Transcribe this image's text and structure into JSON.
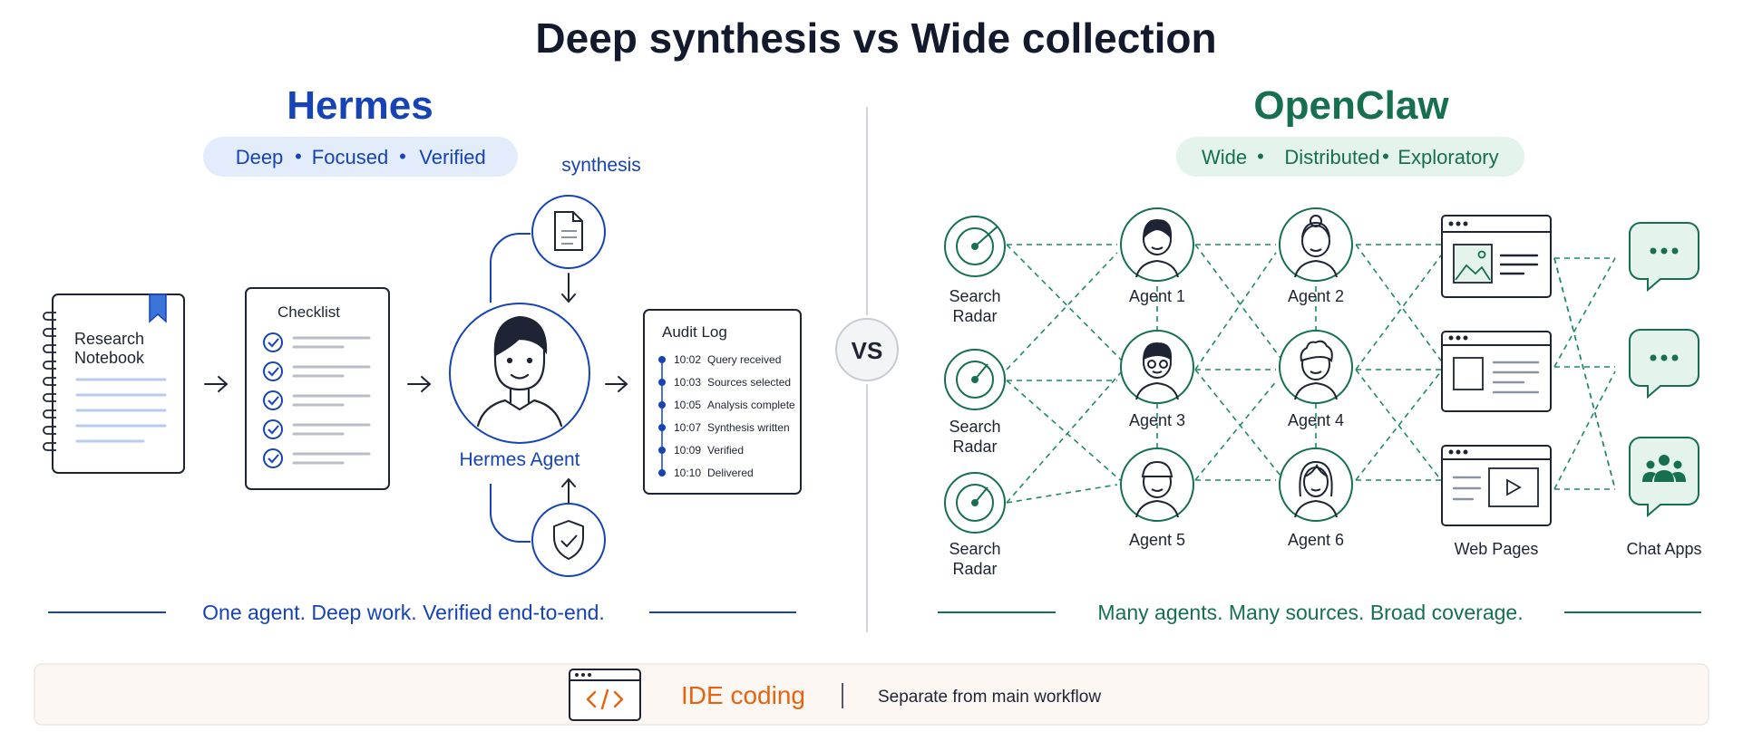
{
  "title": "Deep synthesis vs Wide collection",
  "hermes": {
    "heading": "Hermes",
    "tagline": [
      "Deep",
      "Focused",
      "Verified"
    ],
    "notebook_label": [
      "Research",
      "Notebook"
    ],
    "checklist_title": "Checklist",
    "agent_label": "Hermes Agent",
    "synthesis_label": "synthesis",
    "audit_title": "Audit Log",
    "audit_entries": [
      {
        "time": "10:02",
        "text": "Query received"
      },
      {
        "time": "10:03",
        "text": "Sources selected"
      },
      {
        "time": "10:05",
        "text": "Analysis complete"
      },
      {
        "time": "10:07",
        "text": "Synthesis written"
      },
      {
        "time": "10:09",
        "text": "Verified"
      },
      {
        "time": "10:10",
        "text": "Delivered"
      }
    ],
    "caption": "One agent. Deep work. Verified end-to-end."
  },
  "vs_label": "VS",
  "openclaw": {
    "heading": "OpenClaw",
    "tagline": [
      "Wide",
      "Distributed",
      "Exploratory"
    ],
    "radar_label": [
      "Search",
      "Radar"
    ],
    "agents": [
      "Agent 1",
      "Agent 2",
      "Agent 3",
      "Agent 4",
      "Agent 5",
      "Agent 6"
    ],
    "web_label": "Web Pages",
    "chat_label": "Chat Apps",
    "caption": "Many agents. Many sources. Broad coverage."
  },
  "ide": {
    "title": "IDE coding",
    "description": "Separate from main workflow",
    "icon": "code-window-icon"
  },
  "colors": {
    "blue": "#1643b5",
    "green": "#16704f",
    "orange": "#e7630f",
    "blue_pill": "#e3ecfb",
    "green_pill": "#e4f3ec",
    "ide_bg": "#fcf7f3"
  }
}
